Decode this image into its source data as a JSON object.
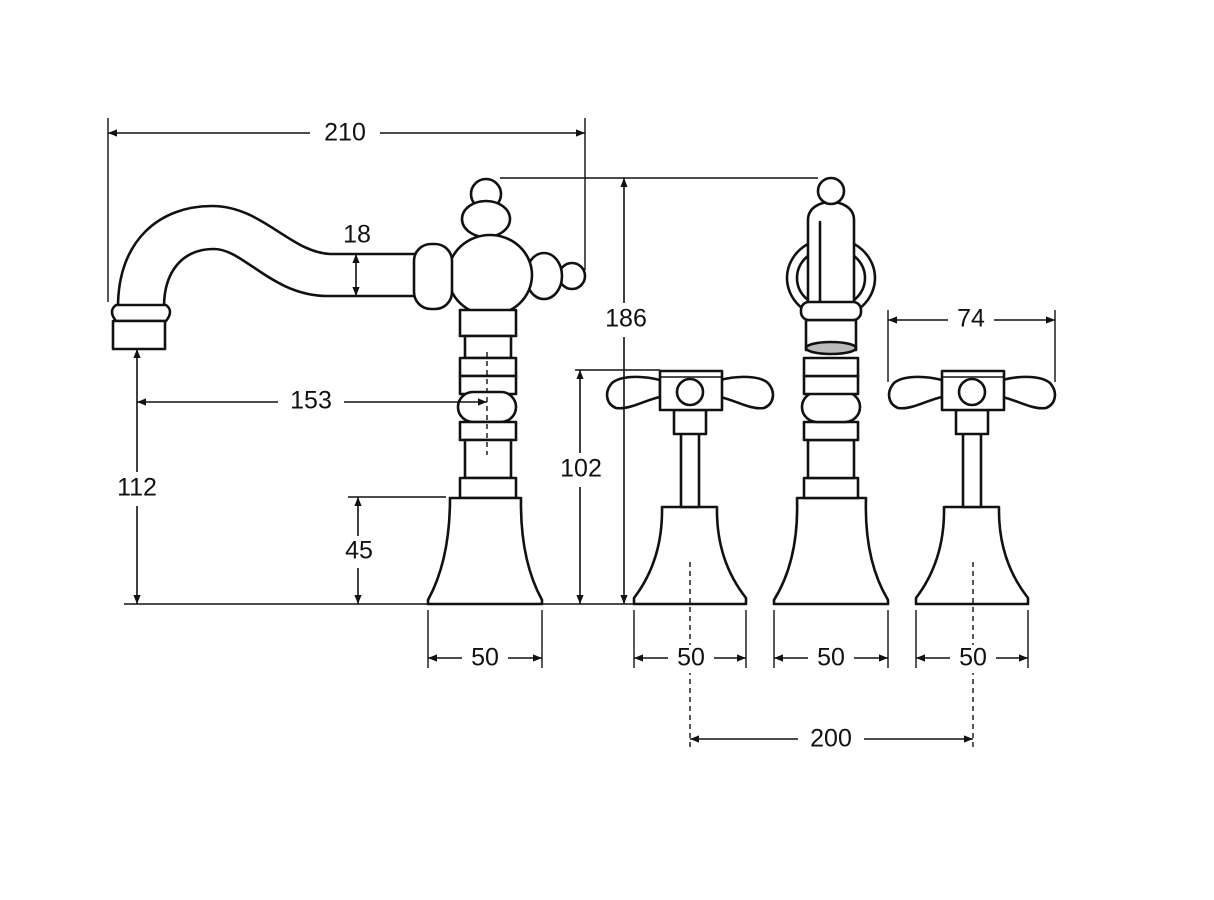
{
  "dimensions": {
    "spout_reach": "210",
    "spout_diameter": "18",
    "overall_height": "186",
    "handle_span": "74",
    "spout_projection": "153",
    "spout_outlet_height": "112",
    "handle_height": "102",
    "base_height": "45",
    "base_width_1": "50",
    "base_width_2": "50",
    "base_width_3": "50",
    "base_width_4": "50",
    "tap_centres": "200"
  },
  "colors": {
    "line": "#111111",
    "background": "#ffffff",
    "aerator": "#bbbbbb"
  }
}
